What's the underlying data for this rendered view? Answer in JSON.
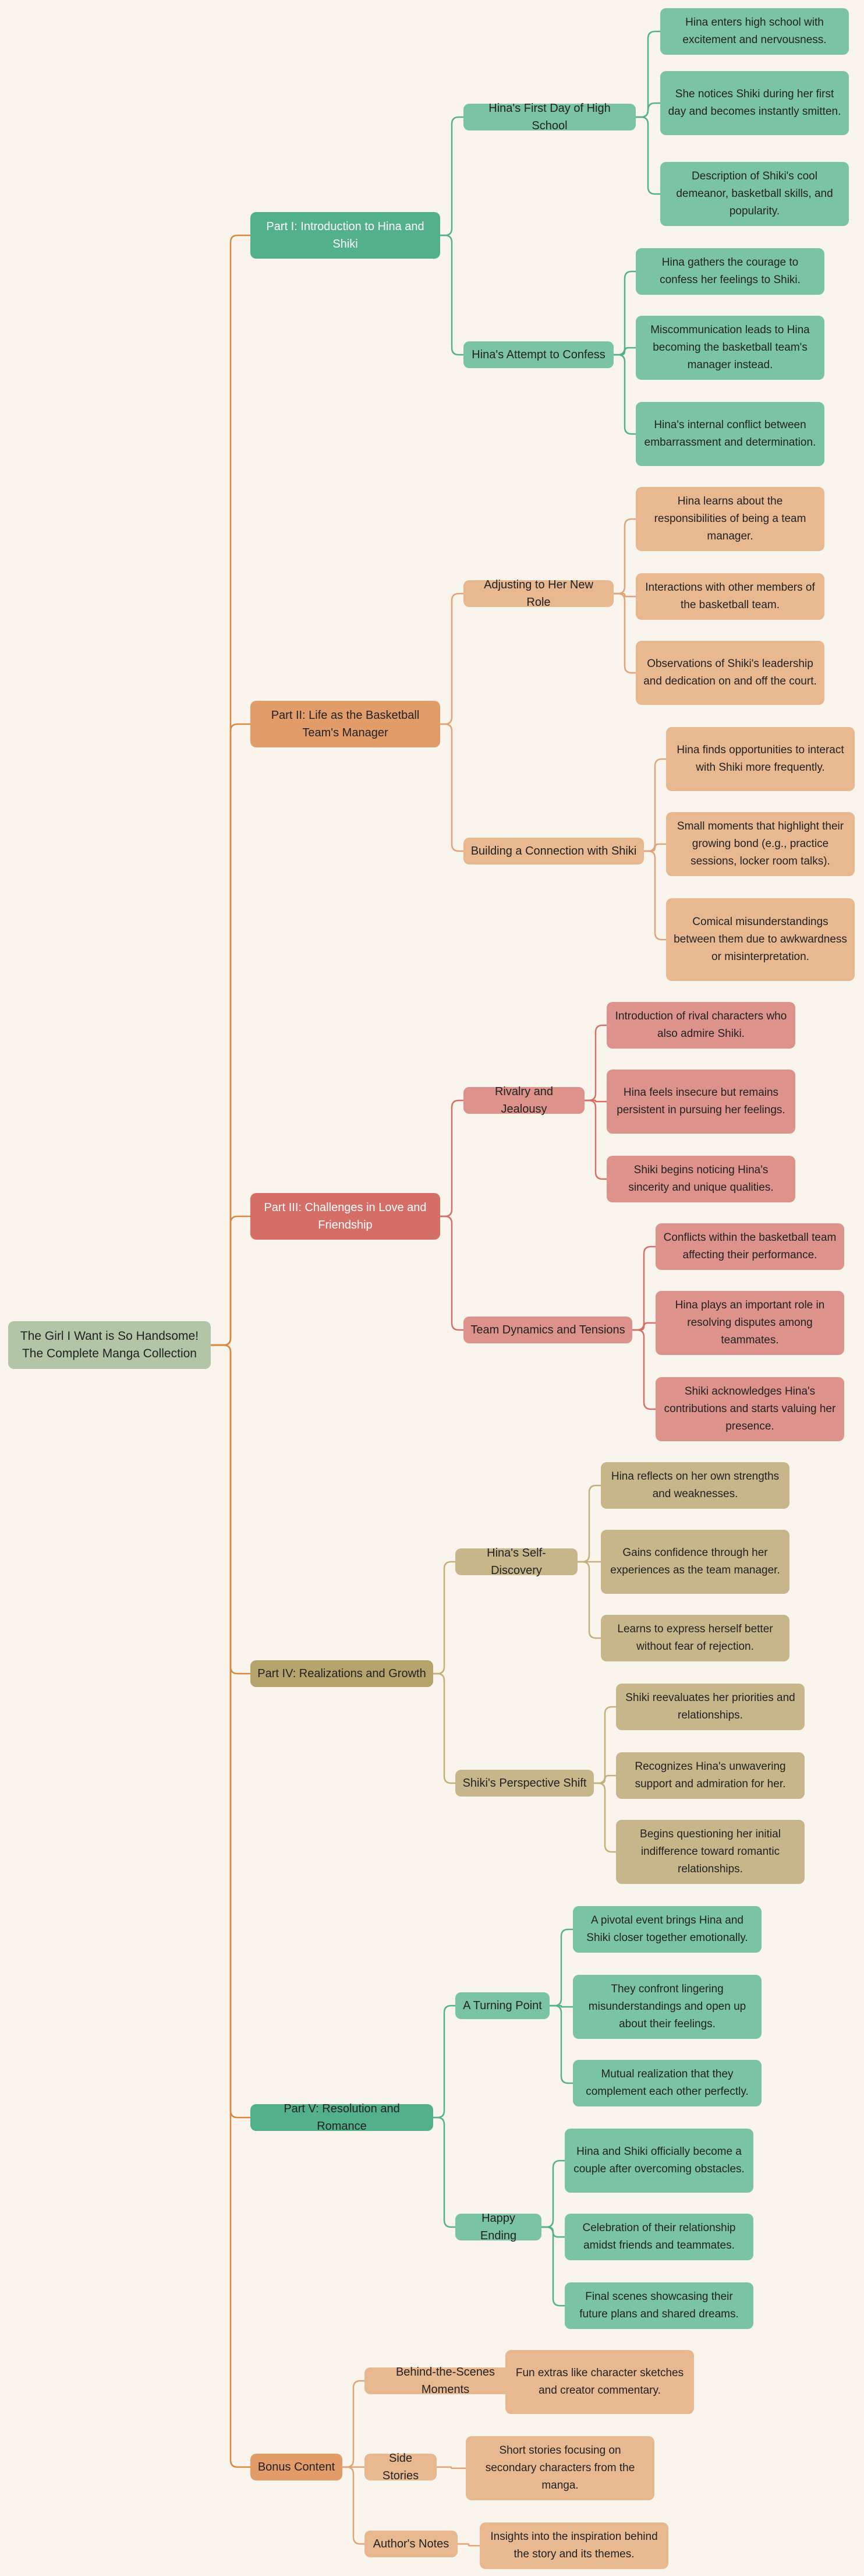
{
  "colors": {
    "background": "#faf5ec",
    "root": "#b2c5a6",
    "green_part": "#52b18a",
    "green_light": "#7ac4a3",
    "orange_part": "#e29c6a",
    "orange_light": "#e8b891",
    "red_part": "#d66e68",
    "red_light": "#dd928b",
    "olive_part": "#b6a36c",
    "olive_light": "#c6b68a",
    "edge_green": "#52b18a",
    "edge_orange": "#e0a374",
    "edge_red": "#d66e68",
    "edge_olive": "#c5ae7a",
    "edge_trunk": "#d8873f"
  },
  "root": {
    "label": "The Girl I Want is So Handsome!\nThe Complete Manga Collection"
  },
  "parts": [
    {
      "label": "Part I: Introduction to Hina and Shiki",
      "sections": [
        {
          "label": "Hina's First Day of High School",
          "items": [
            "Hina enters high school with excitement and nervousness.",
            "She notices Shiki during her first day and becomes instantly smitten.",
            "Description of Shiki's cool demeanor, basketball skills, and popularity."
          ]
        },
        {
          "label": "Hina's Attempt to Confess",
          "items": [
            "Hina gathers the courage to confess her feelings to Shiki.",
            "Miscommunication leads to Hina becoming the basketball team's manager instead.",
            "Hina's internal conflict between embarrassment and determination."
          ]
        }
      ]
    },
    {
      "label": "Part II: Life as the Basketball Team's Manager",
      "sections": [
        {
          "label": "Adjusting to Her New Role",
          "items": [
            "Hina learns about the responsibilities of being a team manager.",
            "Interactions with other members of the basketball team.",
            "Observations of Shiki's leadership and dedication on and off the court."
          ]
        },
        {
          "label": "Building a Connection with Shiki",
          "items": [
            "Hina finds opportunities to interact with Shiki more frequently.",
            "Small moments that highlight their growing bond (e.g., practice sessions, locker room talks).",
            "Comical misunderstandings between them due to awkwardness or misinterpretation."
          ]
        }
      ]
    },
    {
      "label": "Part III: Challenges in Love and Friendship",
      "sections": [
        {
          "label": "Rivalry and Jealousy",
          "items": [
            "Introduction of rival characters who also admire Shiki.",
            "Hina feels insecure but remains persistent in pursuing her feelings.",
            "Shiki begins noticing Hina's sincerity and unique qualities."
          ]
        },
        {
          "label": "Team Dynamics and Tensions",
          "items": [
            "Conflicts within the basketball team affecting their performance.",
            "Hina plays an important role in resolving disputes among teammates.",
            "Shiki acknowledges Hina's contributions and starts valuing her presence."
          ]
        }
      ]
    },
    {
      "label": "Part IV: Realizations and Growth",
      "sections": [
        {
          "label": "Hina's Self-Discovery",
          "items": [
            "Hina reflects on her own strengths and weaknesses.",
            "Gains confidence through her experiences as the team manager.",
            "Learns to express herself better without fear of rejection."
          ]
        },
        {
          "label": "Shiki's Perspective Shift",
          "items": [
            "Shiki reevaluates her priorities and relationships.",
            "Recognizes Hina's unwavering support and admiration for her.",
            "Begins questioning her initial indifference toward romantic relationships."
          ]
        }
      ]
    },
    {
      "label": "Part V: Resolution and Romance",
      "sections": [
        {
          "label": "A Turning Point",
          "items": [
            "A pivotal event brings Hina and Shiki closer together emotionally.",
            "They confront lingering misunderstandings and open up about their feelings.",
            "Mutual realization that they complement each other perfectly."
          ]
        },
        {
          "label": "Happy Ending",
          "items": [
            "Hina and Shiki officially become a couple after overcoming obstacles.",
            "Celebration of their relationship amidst friends and teammates.",
            "Final scenes showcasing their future plans and shared dreams."
          ]
        }
      ]
    },
    {
      "label": "Bonus Content",
      "sections": [
        {
          "label": "Behind-the-Scenes Moments",
          "items": [
            "Fun extras like character sketches and creator commentary."
          ]
        },
        {
          "label": "Side Stories",
          "items": [
            "Short stories focusing on secondary characters from the manga."
          ]
        },
        {
          "label": "Author's Notes",
          "items": [
            "Insights into the inspiration behind the story and its themes."
          ]
        }
      ]
    }
  ]
}
